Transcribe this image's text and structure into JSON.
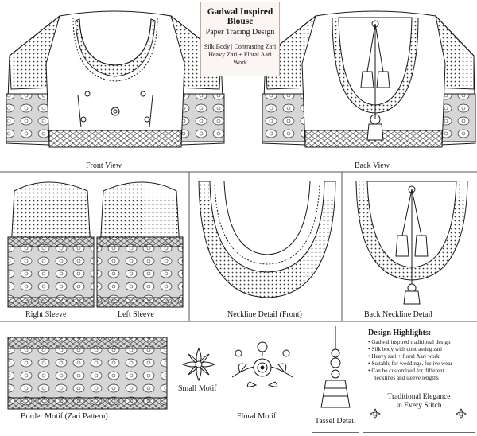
{
  "title": {
    "line1": "Gadwal Inspired Blouse",
    "line2": "Paper Tracing Design",
    "spec1": "Silk Body | Contrasting Zari",
    "spec2": "Heavy Zari + Floral Aari Work"
  },
  "captions": {
    "front": "Front View",
    "back": "Back View",
    "right_sleeve": "Right Sleeve",
    "left_sleeve": "Left Sleeve",
    "neck_front": "Neckline Detail (Front)",
    "neck_back": "Back Neckline Detail",
    "border": "Border Motif (Zari Pattern)",
    "small_motif": "Small Motif",
    "floral_motif": "Floral Motif",
    "tassel": "Tassel Detail"
  },
  "highlights": {
    "heading": "Design Highlights:",
    "items": [
      "Gadwal inspired traditional design",
      "Silk body with contrasting zari",
      "Heavy zari + floral Aari work",
      "Suitable for weddings, festive wear",
      "Can be customized for different"
    ],
    "continuation": "necklines and sleeve lengths",
    "tagline1": "Traditional Elegance",
    "tagline2": "in Every Stitch"
  },
  "colors": {
    "line": "#1a1a1a",
    "accent": "#b58a7c",
    "fill": "#dcdcdc"
  }
}
